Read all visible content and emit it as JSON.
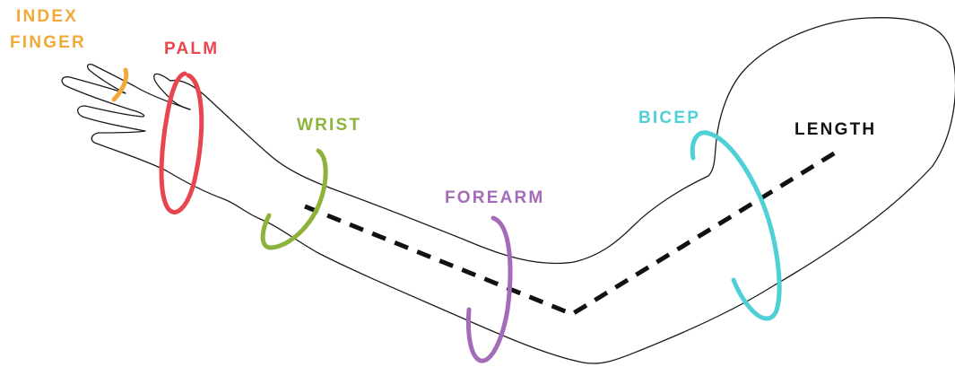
{
  "labels": {
    "index_finger_line1": "INDEX",
    "index_finger_line2": "FINGER",
    "palm": "PALM",
    "wrist": "WRIST",
    "forearm": "FOREARM",
    "bicep": "BICEP",
    "length": "LENGTH"
  },
  "colors": {
    "index_finger": "#F0A93A",
    "palm": "#E8464F",
    "wrist": "#8DB33A",
    "forearm": "#A56BB8",
    "bicep": "#4FCFD6",
    "length": "#111111",
    "outline": "#1a1a1a"
  }
}
